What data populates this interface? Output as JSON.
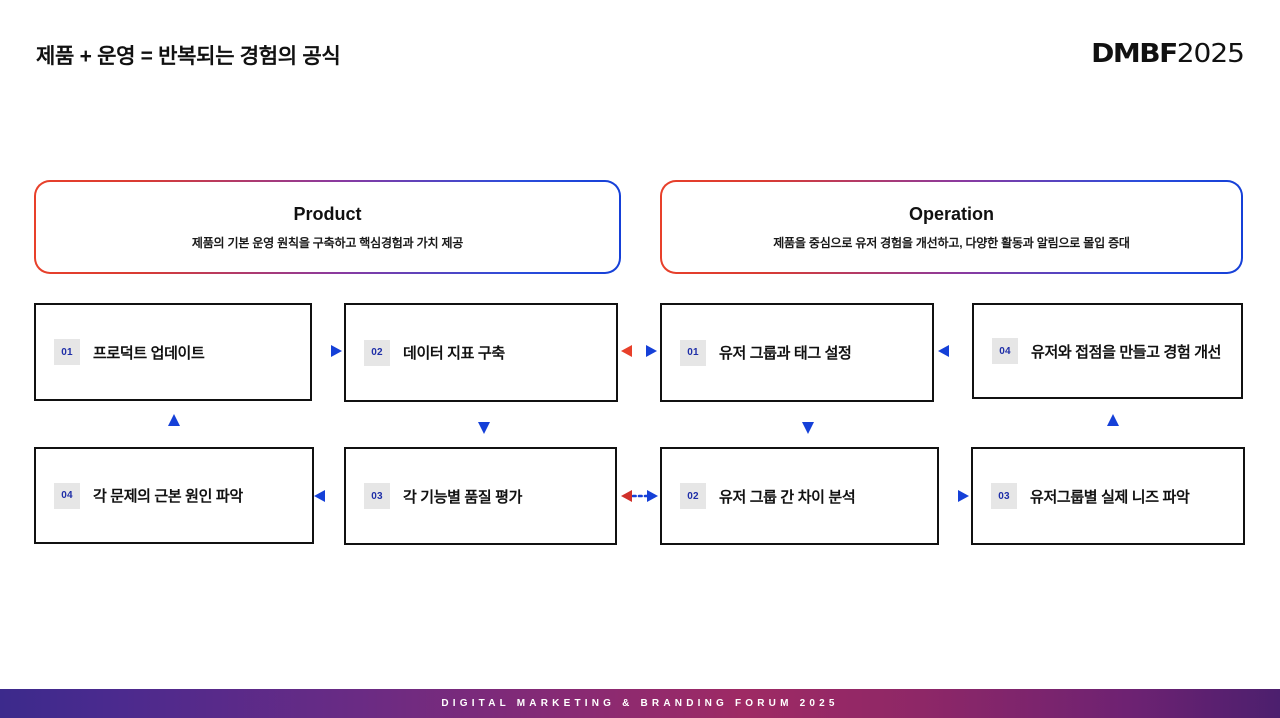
{
  "header": {
    "title": "제품 + 운영 = 반복되는 경험의 공식",
    "logo_mark": "DMBF",
    "logo_year": "2025"
  },
  "sections": [
    {
      "id": "product",
      "name": "Product",
      "description": "제품의 기본 운영 원칙을 구축하고 핵심경험과 가치 제공"
    },
    {
      "id": "operation",
      "name": "Operation",
      "description": "제품을 중심으로 유저 경험을 개선하고, 다양한 활동과 알림으로 몰입 증대"
    }
  ],
  "steps": {
    "product": [
      {
        "number": "01",
        "label": "프로덕트 업데이트"
      },
      {
        "number": "02",
        "label": "데이터 지표 구축"
      },
      {
        "number": "03",
        "label": "각 기능별 품질 평가"
      },
      {
        "number": "04",
        "label": "각 문제의 근본 원인 파악"
      }
    ],
    "operation": [
      {
        "number": "01",
        "label": "유저 그룹과 태그 설정"
      },
      {
        "number": "02",
        "label": "유저 그룹 간 차이 분석"
      },
      {
        "number": "03",
        "label": "유저그룹별 실제 니즈 파악"
      },
      {
        "number": "04",
        "label": "유저와 접점을 만들고 경험 개선"
      }
    ]
  },
  "connectors": [
    {
      "id": "p1-to-p2",
      "direction": "right",
      "style": "solid"
    },
    {
      "id": "p2-to-p3",
      "direction": "down",
      "style": "solid"
    },
    {
      "id": "p3-to-p4",
      "direction": "left",
      "style": "solid"
    },
    {
      "id": "p4-to-p1",
      "direction": "up",
      "style": "solid"
    },
    {
      "id": "p2-to-o1",
      "direction": "both",
      "style": "solid"
    },
    {
      "id": "o1-to-o2",
      "direction": "down",
      "style": "solid"
    },
    {
      "id": "o2-to-o3",
      "direction": "right",
      "style": "solid"
    },
    {
      "id": "o3-to-o4",
      "direction": "up",
      "style": "solid"
    },
    {
      "id": "o4-to-o1",
      "direction": "left",
      "style": "solid"
    },
    {
      "id": "p3-to-o2",
      "direction": "both",
      "style": "dotted"
    }
  ],
  "colors": {
    "gradient_start": "#e8402a",
    "gradient_end": "#1540d8",
    "badge_bg": "#e6e6e6",
    "badge_text": "#1f2fa8",
    "box_border": "#111111",
    "footer_start": "#3c2a8c",
    "footer_end": "#4c1f6e"
  },
  "footer": {
    "text": "DIGITAL MARKETING & BRANDING FORUM 2025"
  }
}
